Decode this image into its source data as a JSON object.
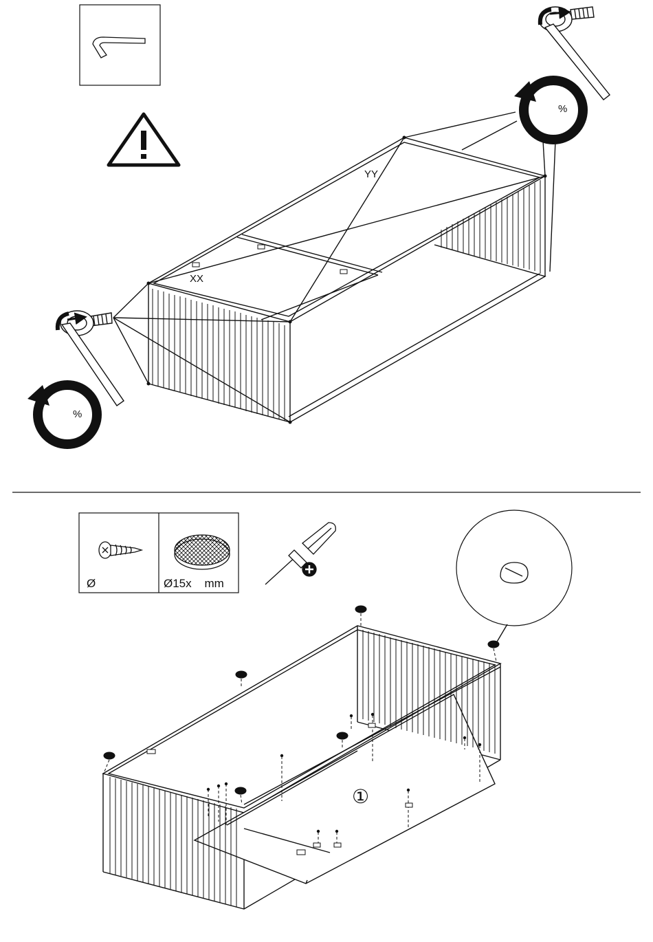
{
  "step1": {
    "tool_icon": "hex-key-icon",
    "warning_icon": "warning-triangle-icon",
    "diagonal_a_label": "XX",
    "diagonal_b_label": "YY",
    "rotate_left_label": "%",
    "rotate_right_label": "%"
  },
  "step2": {
    "screw_icon": "wood-screw-icon",
    "screw_caption": "Ø",
    "pad_icon": "felt-pad-icon",
    "pad_caption": "Ø15x    mm",
    "screwdriver_icon": "phillips-screwdriver-icon",
    "panel_marker": "①"
  },
  "colors": {
    "line": "#111111",
    "background": "#ffffff"
  }
}
